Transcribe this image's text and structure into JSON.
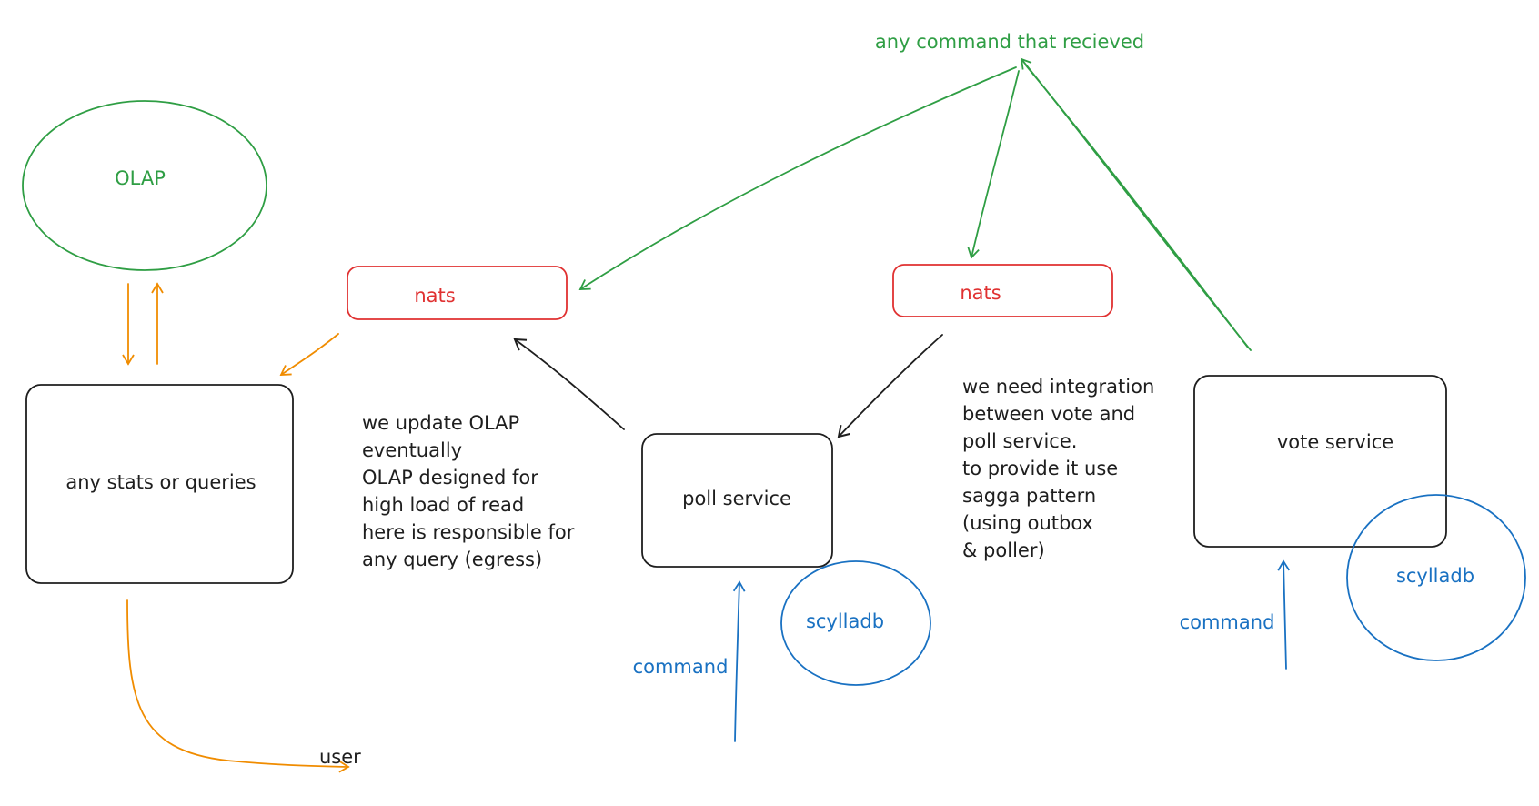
{
  "colors": {
    "green": "#2f9e44",
    "red": "#e03131",
    "blue": "#1971c2",
    "black": "#1e1e1e",
    "orange": "#f08c00"
  },
  "labels": {
    "any_command": "any command that recieved",
    "olap": "OLAP",
    "nats_left": "nats",
    "nats_right": "nats",
    "stats": "any stats or queries",
    "poll_service": "poll service",
    "vote_service": "vote service",
    "scylladb_poll": "scylladb",
    "scylladb_vote": "scylladb",
    "command_poll": "command",
    "command_vote": "command",
    "user": "user"
  },
  "notes": {
    "olap_note": [
      "we update OLAP",
      "eventually",
      "OLAP designed for",
      "high load of read",
      "here is responsible for",
      "any query (egress)"
    ],
    "integration_note": [
      "we need integration",
      "between vote and",
      "poll service.",
      "to provide it use",
      "sagga pattern",
      "(using outbox",
      "& poller)"
    ]
  }
}
